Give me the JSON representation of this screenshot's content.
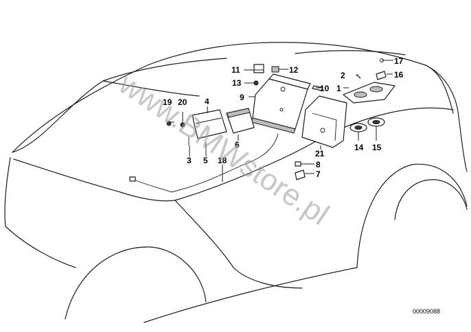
{
  "watermark": "www.BMWstore.pl",
  "part_number": "00009088",
  "callouts": {
    "c1": "1",
    "c2": "2",
    "c3": "3",
    "c4": "4",
    "c5": "5",
    "c6": "6",
    "c7": "7",
    "c8": "8",
    "c9": "9",
    "c10": "10",
    "c11": "11",
    "c12": "12",
    "c13": "13",
    "c14": "14",
    "c15": "15",
    "c16": "16",
    "c17": "17",
    "c18": "18",
    "c19": "19",
    "c20": "20",
    "c21": "21"
  },
  "colors": {
    "line": "#1a1a1a",
    "background": "#ffffff",
    "watermark": "#9a9a9a"
  }
}
